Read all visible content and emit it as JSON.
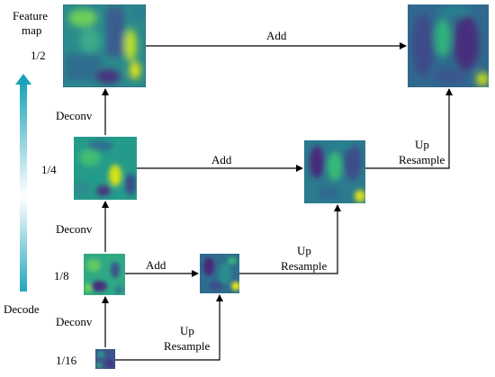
{
  "title_lines": [
    "Feature",
    "map"
  ],
  "side_label": "Decode",
  "scales": {
    "s1_2": "1/2",
    "s1_4": "1/4",
    "s1_8": "1/8",
    "s1_16": "1/16"
  },
  "ops": {
    "deconv": "Deconv",
    "add": "Add",
    "up": "Up",
    "resample": "Resample"
  },
  "colors": {
    "arrow_gradient_top": "#1aa3b8",
    "arrow_gradient_bottom": "#e9f7fa",
    "viridis_dark": "#440154",
    "viridis_purple": "#3b2f7a",
    "viridis_blue": "#31688e",
    "viridis_teal": "#21918c",
    "viridis_green": "#35b779",
    "viridis_yellow": "#fde725"
  }
}
